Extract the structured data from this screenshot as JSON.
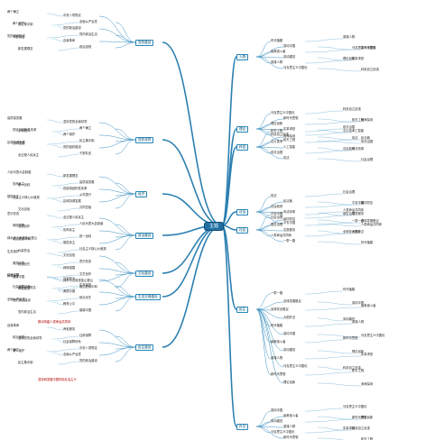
{
  "root": {
    "label": "主题"
  },
  "left_main": [
    {
      "label": "党的建设"
    },
    {
      "label": "党的领导"
    },
    {
      "label": "经济"
    },
    {
      "label": "政治建设"
    },
    {
      "label": "文化建设"
    },
    {
      "label": "生态文明建设"
    },
    {
      "label": "民生建设"
    }
  ],
  "right_main": [
    {
      "label": "人物"
    },
    {
      "label": "理论"
    },
    {
      "label": "科技"
    },
    {
      "label": "法治"
    },
    {
      "label": "社会"
    },
    {
      "label": "民生"
    },
    {
      "label": "外交"
    }
  ],
  "details_left": [
    "中央八项规定",
    "全面从严治党",
    "党的政治建设",
    "党内政治生活",
    "自我革命",
    "政治巡视",
    "坚持党的全面领导",
    "两个确立",
    "两个维护",
    "民主集中制",
    "党的组织建设",
    "干部队伍",
    "新发展理念",
    "高质量发展",
    "供给侧结构性改革",
    "乡村振兴",
    "区域协调发展",
    "共同富裕",
    "全过程人民民主",
    "人民代表大会制度",
    "协商民主",
    "统一战线",
    "基层民主",
    "社会主义核心价值观",
    "文化自信",
    "意识形态",
    "网络强国",
    "文艺创作",
    "绿水青山就是金山银山",
    "碳达峰碳中和",
    "污染防治",
    "生态保护",
    "美丽中国",
    "就业优先",
    "教育公平",
    "健康中国",
    "养老服务",
    "住房保障",
    "社会保障体系"
  ],
  "details_right": [
    "时代楷模",
    "感动中国",
    "最美奋斗者",
    "劳动模范",
    "英雄人物",
    "马克思主义中国化",
    "新时代思想",
    "理论创新",
    "实事求是",
    "科技自立自强",
    "航天工程",
    "深海探测",
    "芯片技术",
    "人工智能",
    "依法治国",
    "宪法",
    "民法典",
    "法治政府",
    "司法改革",
    "社会治理",
    "平安中国",
    "疫情防控",
    "基层治理",
    "志愿服务",
    "人类命运共同体",
    "一带一路",
    "全球发展倡议",
    "全球安全倡议",
    "大国外交"
  ],
  "highlights": [
    "推动构建人类命运共同体",
    "坚持和发展中国特色社会主义"
  ]
}
